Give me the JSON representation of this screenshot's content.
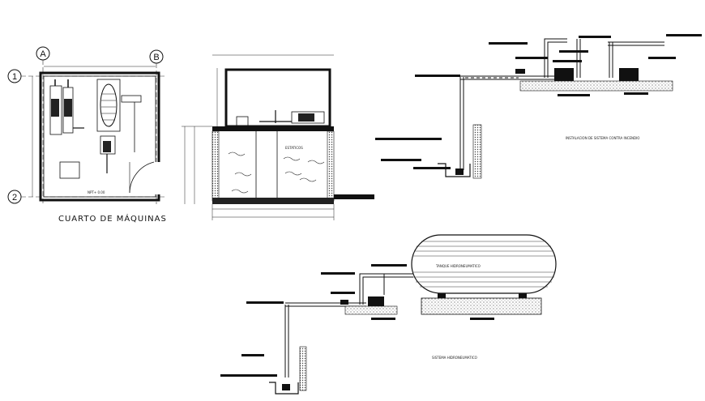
{
  "drawing": {
    "machine_room": {
      "title": "CUARTO DE MÁQUINAS",
      "grid_letters": [
        "A",
        "B"
      ],
      "grid_numbers": [
        "1",
        "2"
      ],
      "level_note": "NPT+ 0.00"
    },
    "cistern": {
      "label": "ESTATICOS"
    },
    "fire_system": {
      "title": "INSTALACION DE SISTEMA CONTRA INCENDIO"
    },
    "hydro_system": {
      "tank_label": "TANQUE HIDRONEUMATICO",
      "title": "SISTEMA HIDRONEUMATICO"
    }
  }
}
